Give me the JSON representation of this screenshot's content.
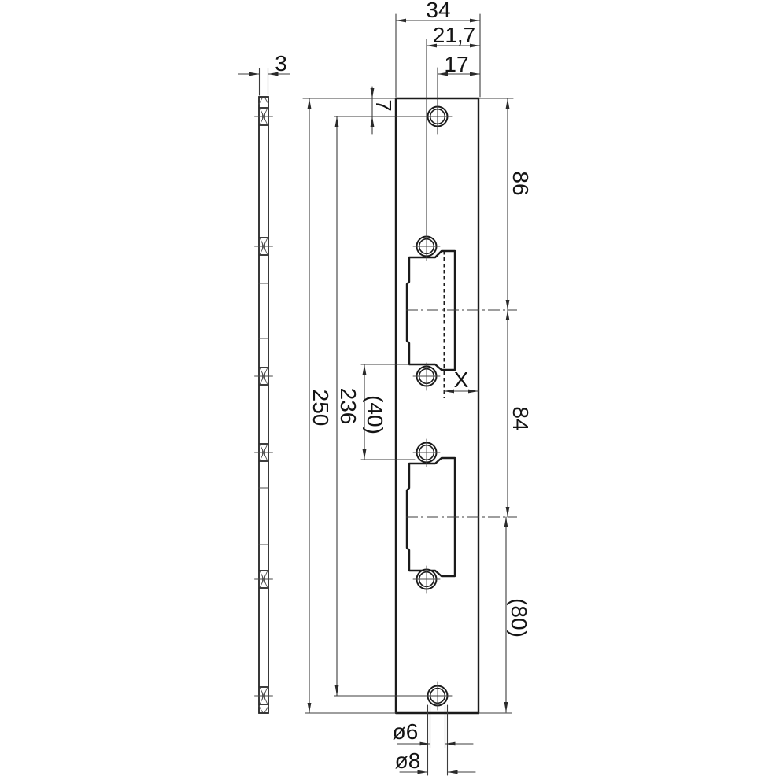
{
  "drawing": {
    "type": "technical-drawing",
    "part": "strike-plate",
    "colors": {
      "outline": "#1b1b1b",
      "dimension": "#3c3c3c",
      "background": "#ffffff"
    },
    "side_view": {
      "thickness_label": "3"
    },
    "front_view": {
      "width_label": "34",
      "hole_offset_label": "21,7",
      "top_hole_label": "17",
      "edge_to_hole_label": "7",
      "length_label": "250",
      "hole_span_label": "236",
      "cutout_gap_label": "(40)",
      "top_segment_label": "86",
      "middle_segment_label": "84",
      "bottom_segment_label": "(80)",
      "latch_offset_label": "X",
      "hole_dia_label": "ø6",
      "countersink_dia_label": "ø8"
    }
  }
}
